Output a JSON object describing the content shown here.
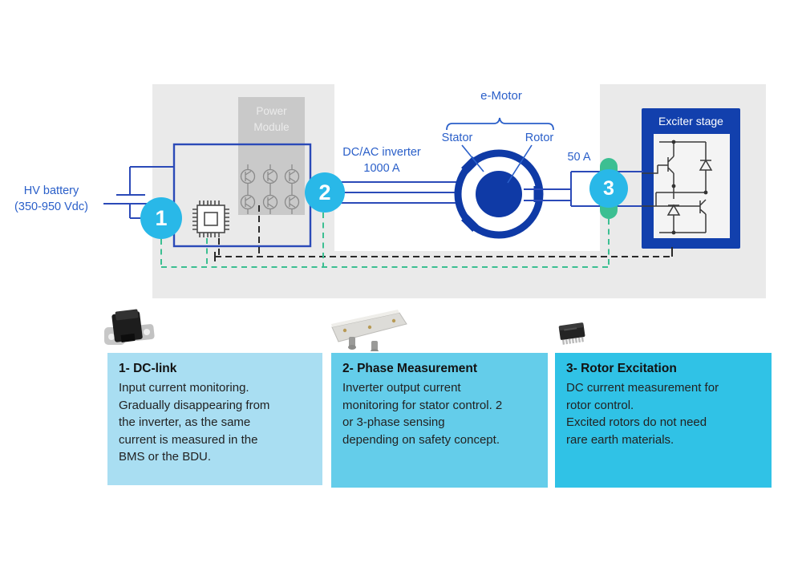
{
  "diagram": {
    "battery_label": "HV battery\n(350-950 Vdc)",
    "power_module_label": "Power\nModule",
    "inverter_label": "DC/AC inverter\n1000 A",
    "motor_label": "e-Motor",
    "stator_label": "Stator",
    "rotor_label": "Rotor",
    "rotor_current_label": "50 A",
    "exciter_label": "Exciter stage",
    "markers": [
      {
        "number": "1"
      },
      {
        "number": "2"
      },
      {
        "number": "3"
      }
    ]
  },
  "cards": [
    {
      "title": "1- DC-link",
      "body": "Input current monitoring.\nGradually disappearing from\nthe inverter, as the same\ncurrent is measured in the\nBMS or the BDU."
    },
    {
      "title": "2- Phase Measurement",
      "body": "Inverter output current\nmonitoring for stator control. 2\nor 3-phase sensing\ndepending on safety concept."
    },
    {
      "title": "3- Rotor Excitation",
      "body": "DC current measurement for\nrotor control.\nExcited rotors do not need\nrare earth materials."
    }
  ],
  "colors": {
    "accent_cyan": "#29b8e8",
    "dash_green": "#3cbf92",
    "wire_blue": "#2b4ab8",
    "deep_blue": "#0f3aa6",
    "label_blue": "#2a5fc9",
    "card1_bg": "#a9def2",
    "card2_bg": "#64cdea",
    "card3_bg": "#30c2e6"
  }
}
